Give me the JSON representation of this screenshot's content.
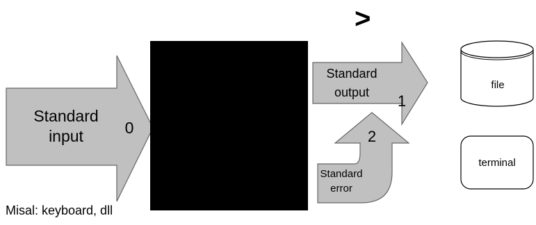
{
  "redirect_symbol": ">",
  "stdin": {
    "line1": "Standard",
    "line2": "input",
    "fd": "0"
  },
  "stdout": {
    "line1": "Standard",
    "line2": "output",
    "fd": "1"
  },
  "stderr": {
    "line1": "Standard",
    "line2": "error",
    "fd": "2"
  },
  "file_label": "file",
  "terminal_label": "terminal",
  "caption": "Misal: keyboard, dll",
  "colors": {
    "arrow_fill": "#c0c0c0",
    "process_box": "#000000",
    "stroke": "#666666"
  }
}
